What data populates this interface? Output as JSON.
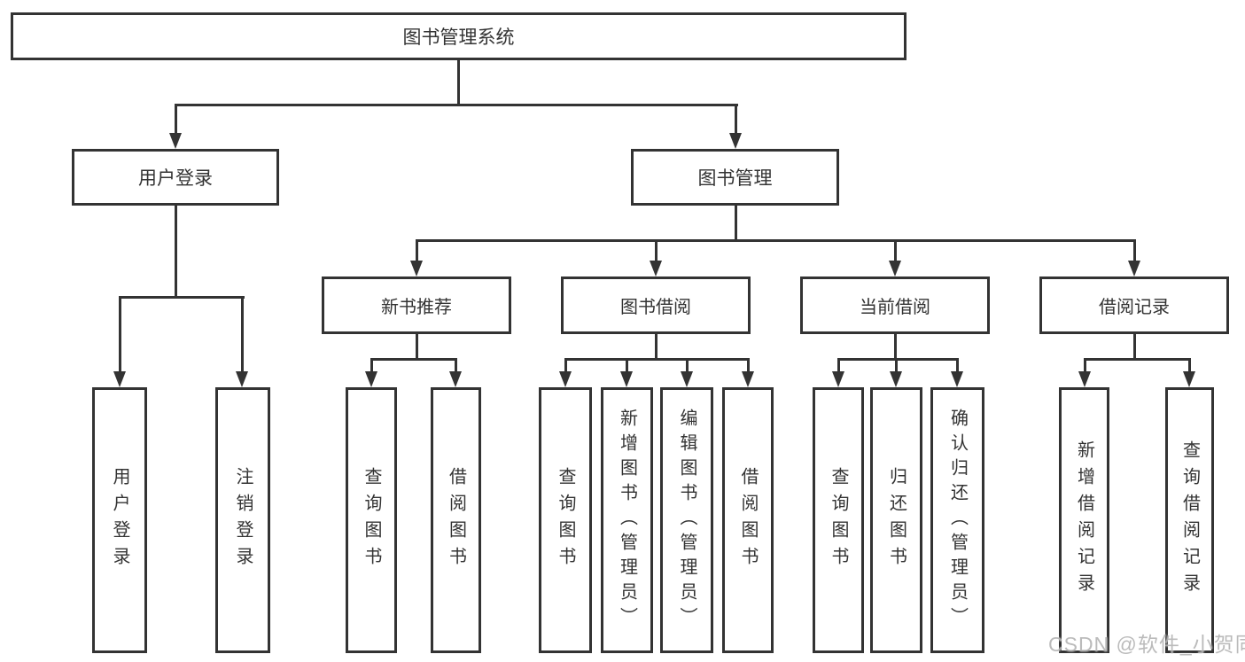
{
  "root": {
    "label": "图书管理系统"
  },
  "user_login_branch": {
    "label": "用户登录",
    "children": [
      "用户登录",
      "注销登录"
    ]
  },
  "book_mgmt_branch": {
    "label": "图书管理",
    "children": [
      {
        "label": "新书推荐",
        "children": [
          "查询图书",
          "借阅图书"
        ]
      },
      {
        "label": "图书借阅",
        "children": [
          "查询图书",
          "新增图书（管理员）",
          "编辑图书（管理员）",
          "借阅图书"
        ]
      },
      {
        "label": "当前借阅",
        "children": [
          "查询图书",
          "归还图书",
          "确认归还（管理员）"
        ]
      },
      {
        "label": "借阅记录",
        "children": [
          "新增借阅记录",
          "查询借阅记录"
        ]
      }
    ]
  },
  "watermark": "CSDN @软件_小贺同学",
  "colors": {
    "line": "#333333",
    "text": "#333333",
    "background": "#ffffff",
    "watermark": "#b4b4b4"
  }
}
